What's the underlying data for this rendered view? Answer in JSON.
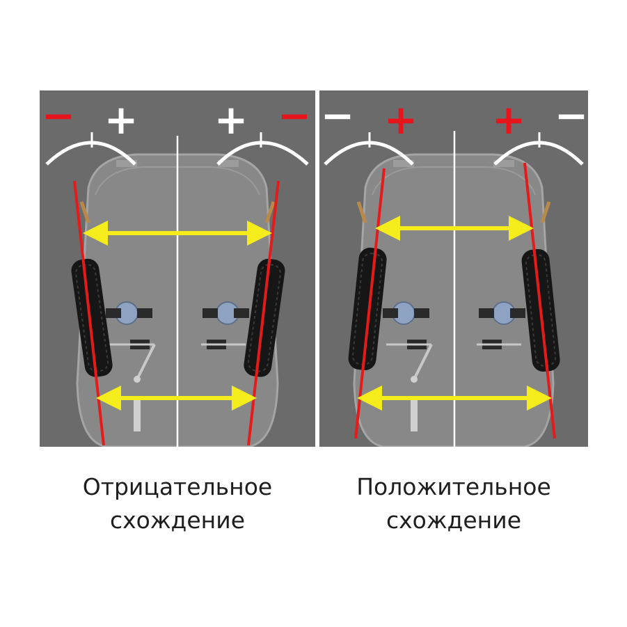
{
  "panels": [
    {
      "id": "negative-toe",
      "caption_line1": "Отрицательное",
      "caption_line2": "схождение",
      "signs": {
        "outer_left": "−",
        "inner_left": "+",
        "inner_right": "+",
        "outer_right": "−"
      },
      "sign_colors": {
        "outer": "#e8141c",
        "inner": "#ffffff"
      }
    },
    {
      "id": "positive-toe",
      "caption_line1": "Положительное",
      "caption_line2": "схождение",
      "signs": {
        "outer_left": "−",
        "inner_left": "+",
        "inner_right": "+",
        "outer_right": "−"
      },
      "sign_colors": {
        "outer": "#ffffff",
        "inner": "#e8141c"
      }
    }
  ],
  "colors": {
    "panel_bg": "#6b6b6b",
    "toe_line": "#e51b1b",
    "distance_arrow": "#f5ec1c",
    "scale_arc": "#ffffff"
  }
}
